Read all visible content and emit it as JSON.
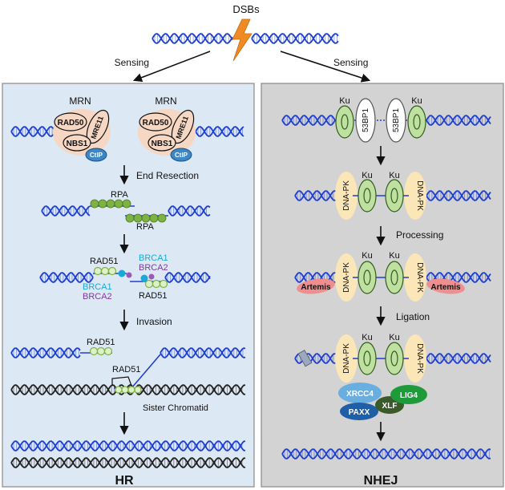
{
  "top": {
    "title": "DSBs",
    "sensing_left": "Sensing",
    "sensing_right": "Sensing"
  },
  "hr": {
    "title": "HR",
    "mrn_label": "MRN",
    "rad50": "RAD50",
    "mre11": "MRE11",
    "nbs1": "NBS1",
    "ctip": "CtIP",
    "step_end_resection": "End Resection",
    "rpa": "RPA",
    "rad51": "RAD51",
    "brca1": "BRCA1",
    "brca2": "BRCA2",
    "step_invasion": "Invasion",
    "sister_chromatid": "Sister Chromatid"
  },
  "nhej": {
    "title": "NHEJ",
    "ku": "Ku",
    "p53bp1": "53BP1",
    "dnapk": "DNA-PK",
    "step_processing": "Processing",
    "artemis": "Artemis",
    "step_ligation": "Ligation",
    "xrcc4": "XRCC4",
    "xlf": "XLF",
    "paxx": "PAXX",
    "lig4": "LIG4"
  },
  "colors": {
    "hr_panel": "#dce8f4",
    "nhej_panel": "#d3d3d3",
    "dna_blue": "#1e3fd0",
    "dna_black": "#222222",
    "mrn_fill": "#f5d7c3",
    "ctip_fill": "#3d87c6",
    "rpa_green": "#7cb342",
    "ku_green": "#bfe0a0",
    "dnapk_fill": "#fbe6b8",
    "artemis_fill": "#ee8e8e",
    "xrcc4_fill": "#6aaee0",
    "xlf_fill": "#3a5a2a",
    "paxx_fill": "#1f5fa8",
    "lig4_fill": "#1f9a3a",
    "brca1_text": "#1aa9d6",
    "brca2_text": "#7a3c9c",
    "bolt": "#f08a24"
  }
}
